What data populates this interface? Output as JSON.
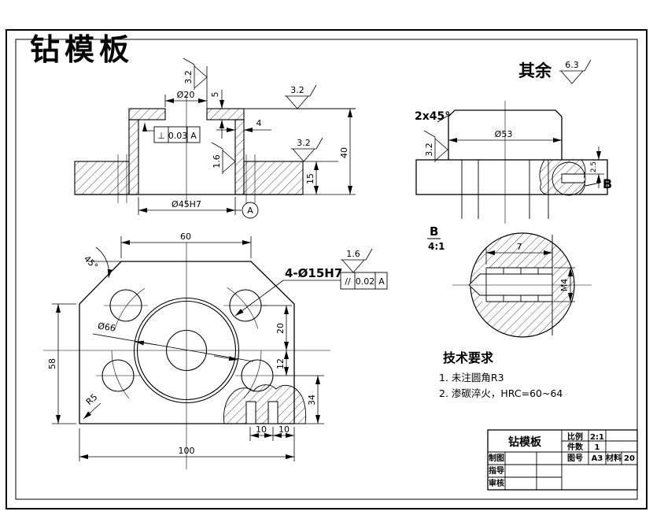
{
  "page_title": "钻模板",
  "surface": {
    "prefix": "其余",
    "value": "6.3"
  },
  "rough": {
    "ra32": "3.2",
    "ra16": "1.6"
  },
  "front": {
    "d20": "Ø20",
    "d5": "5",
    "d4": "4",
    "d40": "40",
    "d15": "15",
    "d45": "Ø45H7",
    "datum": "A",
    "tol": {
      "sym": "⊥",
      "val": "0.03",
      "datum": "A"
    }
  },
  "side": {
    "chamfer": "2x45°",
    "d53": "Ø53",
    "d25": "2.5",
    "detail": "B"
  },
  "detail": {
    "label": "B",
    "scale": "4:1",
    "d7": "7",
    "m4": "M4"
  },
  "plan": {
    "w60": "60",
    "ang": "45°",
    "h58": "58",
    "d66": "Ø66",
    "v20": "20",
    "v12": "12",
    "v34": "34",
    "t10a": "10",
    "t10b": "10",
    "w100": "100",
    "r5": "R5",
    "holes": "4-Ø15H7",
    "tol": {
      "sym": "//",
      "val": "0.02",
      "datum": "A"
    }
  },
  "tech": {
    "title": "技术要求",
    "items": [
      "1. 未注圆角R3",
      "2. 渗碳淬火，HRC=60~64"
    ]
  },
  "title_block": {
    "part_name": "钻模板",
    "scale_label": "比例",
    "scale_value": "2:1",
    "qty_label": "件数",
    "qty_value": "1",
    "drawn_label": "制图",
    "guide_label": "指导",
    "check_label": "审核",
    "dwgno_label": "图号",
    "dwgno_value": "A3",
    "mat_label": "材料",
    "mat_value": "20"
  },
  "colors": {
    "title_red": "#ff0000",
    "line": "#000000"
  }
}
